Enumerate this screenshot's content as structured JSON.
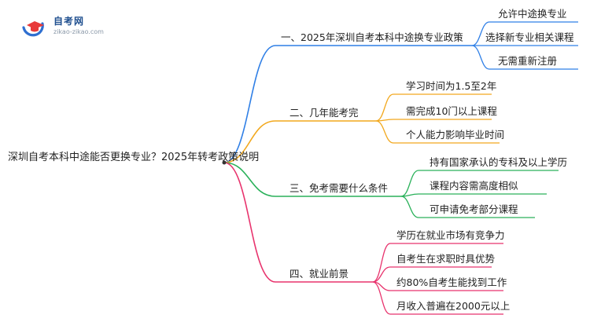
{
  "logo": {
    "title": "自考网",
    "url": "zikao-zikao.com"
  },
  "mindmap": {
    "root": "深圳自考本科中途能否更换专业？2025年转考政策说明",
    "branches": [
      {
        "label": "一、2025年深圳自考本科中途换专业政策",
        "color": "#2f7fe6",
        "children": [
          "允许中途换专业",
          "选择新专业相关课程",
          "无需重新注册"
        ]
      },
      {
        "label": "二、几年能考完",
        "color": "#f2a81d",
        "children": [
          "学习时间为1.5至2年",
          "需完成10门以上课程",
          "个人能力影响毕业时间"
        ]
      },
      {
        "label": "三、免考需要什么条件",
        "color": "#2ab15a",
        "children": [
          "持有国家承认的专科及以上学历",
          "课程内容需高度相似",
          "可申请免考部分课程"
        ]
      },
      {
        "label": "四、就业前景",
        "color": "#e8336d",
        "children": [
          "学历在就业市场有竞争力",
          "自考生在求职时具优势",
          "约80%自考生能找到工作",
          "月收入普遍在2000元以上"
        ]
      }
    ]
  }
}
